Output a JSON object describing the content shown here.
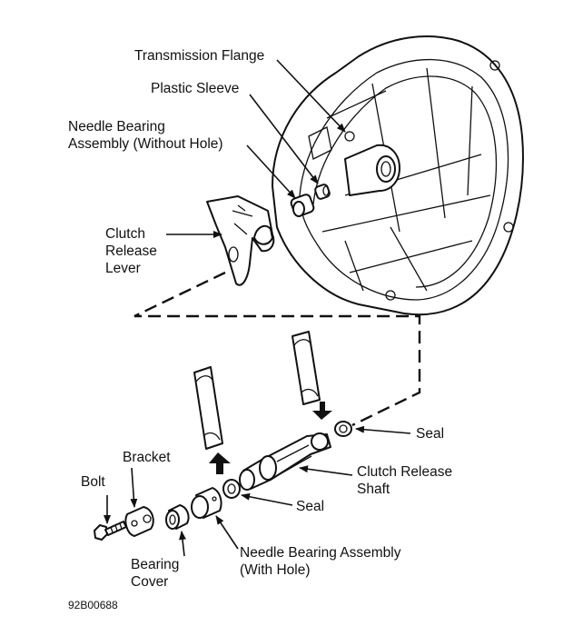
{
  "labels": {
    "transmission_flange": "Transmission Flange",
    "plastic_sleeve": "Plastic Sleeve",
    "needle_bearing_no_hole_1": "Needle Bearing",
    "needle_bearing_no_hole_2": "Assembly (Without Hole)",
    "clutch_release_lever_1": "Clutch",
    "clutch_release_lever_2": "Release",
    "clutch_release_lever_3": "Lever",
    "seal_upper": "Seal",
    "bracket": "Bracket",
    "clutch_release_shaft_1": "Clutch Release",
    "clutch_release_shaft_2": "Shaft",
    "bolt": "Bolt",
    "seal_lower": "Seal",
    "bearing_cover_1": "Bearing",
    "bearing_cover_2": "Cover",
    "needle_bearing_with_hole_1": "Needle Bearing Assembly",
    "needle_bearing_with_hole_2": "(With Hole)"
  },
  "figure_code": "92B00688"
}
